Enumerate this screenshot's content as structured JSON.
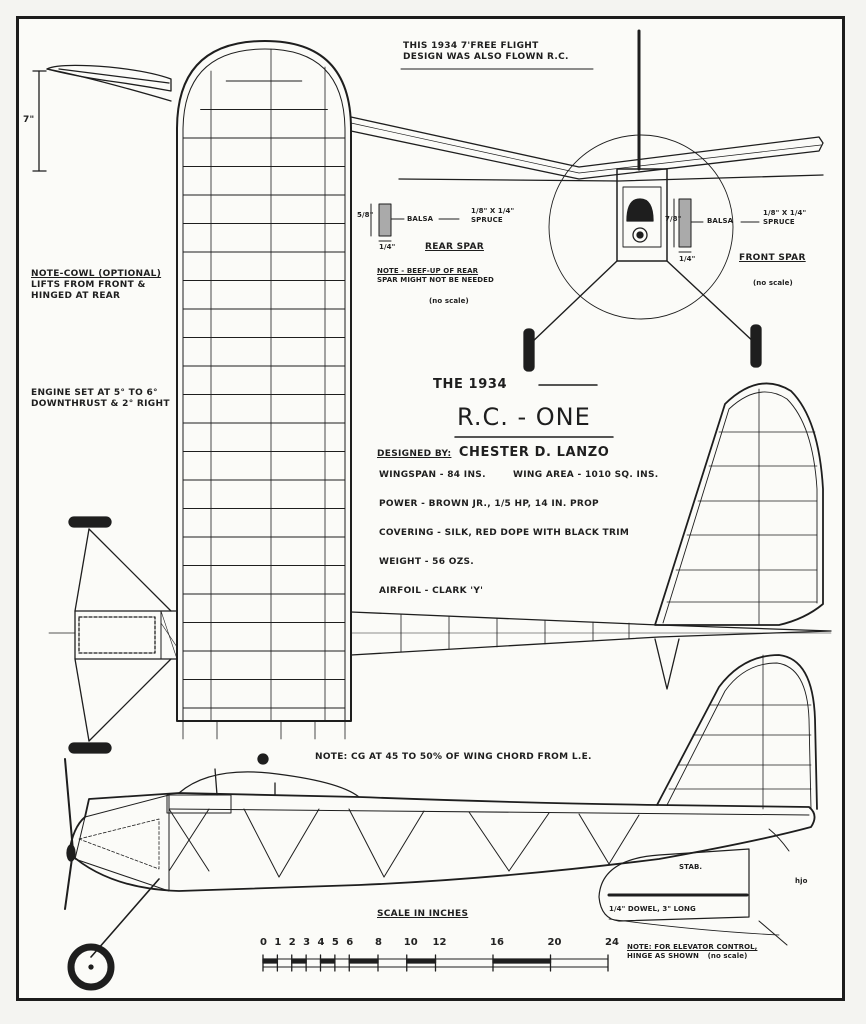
{
  "notes": {
    "flight": [
      "THIS 1934 7'FREE FLIGHT",
      "DESIGN WAS ALSO FLOWN R.C."
    ],
    "cowl": [
      "NOTE-COWL (OPTIONAL)",
      "LIFTS FROM FRONT &",
      "HINGED AT REAR"
    ],
    "engine": [
      "ENGINE SET AT 5° TO 6°",
      "DOWNTHRUST & 2° RIGHT"
    ],
    "dihedral": "7\"",
    "cg": "NOTE: CG AT 45 TO 50% OF WING CHORD FROM L.E.",
    "elevator": [
      "NOTE: FOR ELEVATOR CONTROL,",
      "HINGE AS SHOWN"
    ],
    "elevator_scale": "(no scale)",
    "stab": "STAB.",
    "dowel": "1/4\" DOWEL, 3\" LONG",
    "initials": "hjo"
  },
  "rear_spar": {
    "title": "REAR SPAR",
    "height": "5/8\"",
    "width": "1/4\"",
    "material": "BALSA",
    "cap": [
      "1/8\" X 1/4\"",
      "SPRUCE"
    ],
    "note": [
      "NOTE - BEEF-UP OF REAR",
      "SPAR MIGHT NOT BE NEEDED"
    ],
    "scale": "(no scale)"
  },
  "front_spar": {
    "title": "FRONT SPAR",
    "height": "7/8\"",
    "width": "1/4\"",
    "material": "BALSA",
    "cap": [
      "1/8\" X 1/4\"",
      "SPRUCE"
    ],
    "scale": "(no scale)"
  },
  "title_block": {
    "prefix": "THE 1934",
    "name": "R.C. - ONE",
    "designer_label": "DESIGNED BY:",
    "designer": "CHESTER D. LANZO",
    "wingspan": "WINGSPAN - 84 INS.",
    "wing_area": "WING AREA - 1010 SQ. INS.",
    "power": "POWER - BROWN JR., 1/5 HP, 14 IN. PROP",
    "covering": "COVERING - SILK, RED DOPE WITH BLACK TRIM",
    "weight": "WEIGHT - 56 OZS.",
    "airfoil": "AIRFOIL - CLARK 'Y'"
  },
  "scale_bar": {
    "title": "SCALE IN INCHES",
    "ticks": [
      "0",
      "1",
      "2",
      "3",
      "4",
      "5",
      "6",
      "8",
      "10",
      "12",
      "16",
      "20",
      "24"
    ]
  }
}
